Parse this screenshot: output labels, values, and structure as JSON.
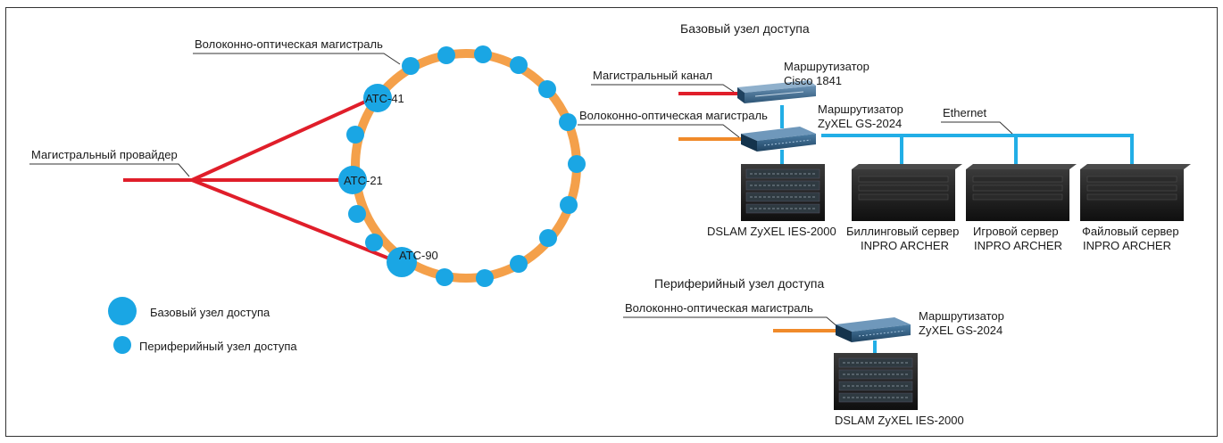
{
  "colors": {
    "ring": "#f4a04a",
    "node": "#1aa6e4",
    "provider_line": "#e01e2a",
    "fiber_line": "#f08a2a",
    "ethernet_line": "#22aee6",
    "device_dark": "#1d2b33",
    "device_blue": "#2e5f86",
    "server": "#1f1f1f",
    "frame": "#333333"
  },
  "ring": {
    "label_backbone": "Волоконно-оптическая магистраль",
    "label_provider": "Магистральный провайдер",
    "atc": [
      {
        "name": "АТС-41"
      },
      {
        "name": "АТС-21"
      },
      {
        "name": "АТС-90"
      }
    ]
  },
  "legend": {
    "base": "Базовый узел доступа",
    "peripheral": "Периферийный узел доступа"
  },
  "base_node": {
    "title": "Базовый узел доступа",
    "trunk_label": "Магистральный канал",
    "fiber_label": "Волоконно-оптическая магистраль",
    "ethernet_label": "Ethernet",
    "router_cisco": {
      "line1": "Маршрутизатор",
      "line2": "Cisco 1841",
      "icon": "router-icon"
    },
    "router_zyxel": {
      "line1": "Маршрутизатор",
      "line2": "ZyXEL GS-2024",
      "icon": "switch-icon"
    },
    "dslam": {
      "label": "DSLAM ZyXEL IES-2000",
      "icon": "dslam-icon"
    },
    "servers": [
      {
        "line1": "Биллинговый сервер",
        "line2": "INPRO ARCHER",
        "icon": "server-icon"
      },
      {
        "line1": "Игровой сервер",
        "line2": "INPRO ARCHER",
        "icon": "server-icon"
      },
      {
        "line1": "Файловый сервер",
        "line2": "INPRO ARCHER",
        "icon": "server-icon"
      }
    ]
  },
  "peripheral_node": {
    "title": "Периферийный узел доступа",
    "fiber_label": "Волоконно-оптическая магистраль",
    "router": {
      "line1": "Маршрутизатор",
      "line2": "ZyXEL GS-2024",
      "icon": "switch-icon"
    },
    "dslam": {
      "label": "DSLAM ZyXEL IES-2000",
      "icon": "dslam-icon"
    }
  }
}
